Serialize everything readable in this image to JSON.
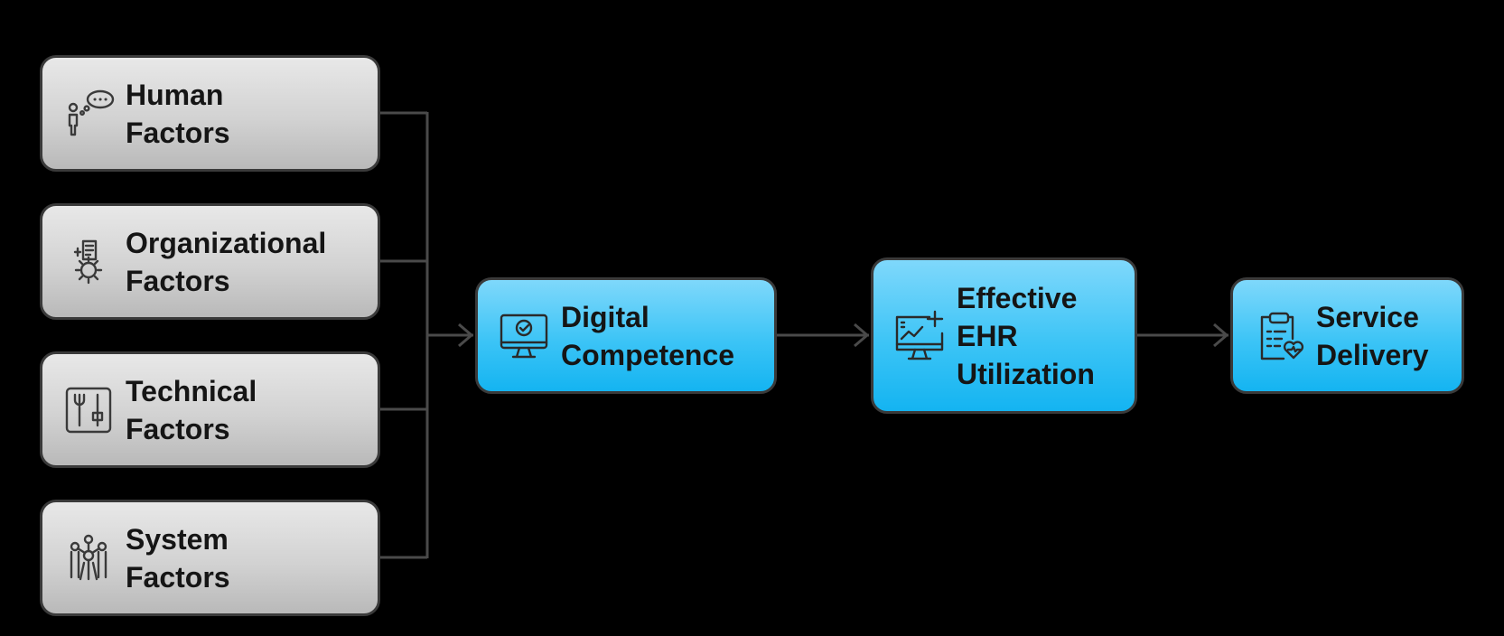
{
  "factors": [
    {
      "lines": [
        "Human",
        "Factors"
      ],
      "icon": "person-thought-bubble-icon"
    },
    {
      "lines": [
        "Organizational",
        "Factors"
      ],
      "icon": "gear-document-icon"
    },
    {
      "lines": [
        "Technical",
        "Factors"
      ],
      "icon": "tools-panel-icon"
    },
    {
      "lines": [
        "System",
        "Factors"
      ],
      "icon": "network-people-icon"
    }
  ],
  "flow": [
    {
      "lines": [
        "Digital",
        "Competence"
      ],
      "icon": "monitor-check-icon"
    },
    {
      "lines": [
        "Effective",
        "EHR",
        "Utilization"
      ],
      "icon": "monitor-chart-plus-icon"
    },
    {
      "lines": [
        "Service",
        "Delivery"
      ],
      "icon": "clipboard-heart-icon"
    }
  ],
  "colors": {
    "factor_fill": "#d2d2d2",
    "flow_fill": "#3cc4f6",
    "stroke": "#3a3a3a",
    "connector": "#4a4a4a",
    "background": "#000000"
  }
}
